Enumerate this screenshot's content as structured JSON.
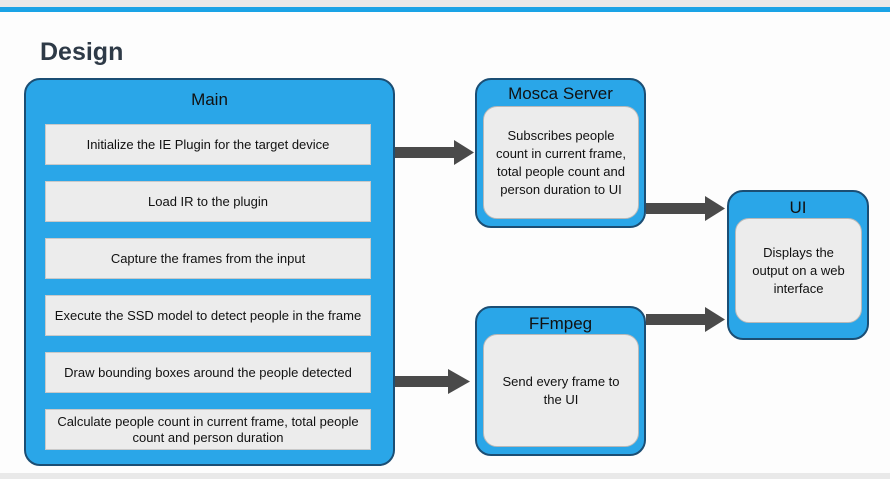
{
  "title": "Design",
  "main": {
    "title": "Main",
    "steps": [
      "Initialize the IE Plugin for the target device",
      "Load IR to the plugin",
      "Capture the frames from the input",
      "Execute the SSD model to detect people in the frame",
      "Draw bounding boxes around the people detected",
      "Calculate people count in current frame, total people count and person duration"
    ]
  },
  "mosca": {
    "title": "Mosca Server",
    "text": "Subscribes people count in current frame, total people count and person duration to UI"
  },
  "ffmpeg": {
    "title": "FFmpeg",
    "text": "Send every frame to the UI"
  },
  "ui": {
    "title": "UI",
    "text": "Displays the output on a web interface"
  },
  "colors": {
    "panel": "#2aa6e8",
    "panel_border": "#1b4e74",
    "step_box": "#ececec",
    "arrow": "#4a4a4a",
    "accent_bar": "#1aa3e6"
  }
}
